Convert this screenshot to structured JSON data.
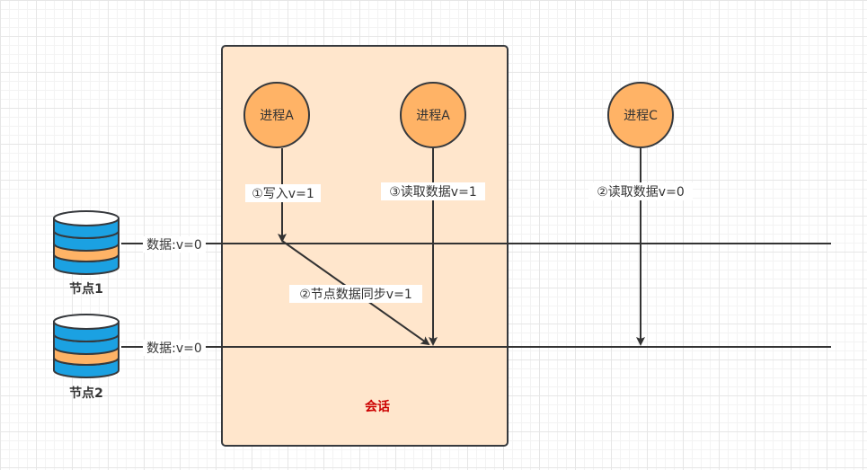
{
  "session": {
    "label": "会话",
    "fill": "#ffe6cc",
    "stroke": "#36393d",
    "label_color": "#cc0000"
  },
  "processes": [
    {
      "id": "pA1",
      "label": "进程A"
    },
    {
      "id": "pA2",
      "label": "进程A"
    },
    {
      "id": "pC",
      "label": "进程C"
    }
  ],
  "process_colors": {
    "fill": "#ffb366",
    "stroke": "#36393d"
  },
  "nodes": [
    {
      "id": "node1",
      "label": "节点1",
      "data_label": "数据:v=0"
    },
    {
      "id": "node2",
      "label": "节点2",
      "data_label": "数据:v=0"
    }
  ],
  "database_colors": {
    "blue": "#1ba1e2",
    "orange": "#ffb366",
    "stroke": "#36393d"
  },
  "edges": {
    "write": "①写入v=1",
    "sync": "②节点数据同步v=1",
    "read_c": "②读取数据v=0",
    "read_a": "③读取数据v=1"
  },
  "line_color": "#333333"
}
